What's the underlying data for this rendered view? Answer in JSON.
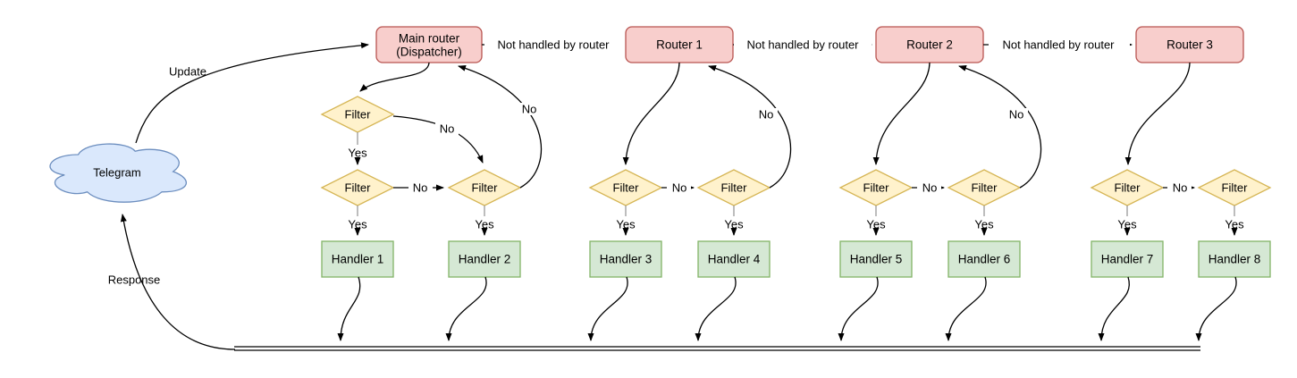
{
  "labels": {
    "update": "Update",
    "response": "Response",
    "yes": "Yes",
    "no": "No",
    "not_handled": "Not handled by router",
    "filter": "Filter"
  },
  "nodes": {
    "telegram": "Telegram",
    "main_router": [
      "Main router",
      "(Dispatcher)"
    ],
    "routers": [
      "Router 1",
      "Router 2",
      "Router 3"
    ],
    "handlers": [
      "Handler 1",
      "Handler 2",
      "Handler 3",
      "Handler 4",
      "Handler 5",
      "Handler 6",
      "Handler 7",
      "Handler 8"
    ]
  },
  "colors": {
    "router_fill": "#F8CECC",
    "router_stroke": "#B85450",
    "filter_fill": "#FFF2CC",
    "filter_stroke": "#D6B656",
    "handler_fill": "#D5E8D4",
    "handler_stroke": "#82B366",
    "cloud_fill": "#DAE8FC",
    "cloud_stroke": "#6C8EBF",
    "edge": "#000000",
    "stub": "#999999"
  }
}
